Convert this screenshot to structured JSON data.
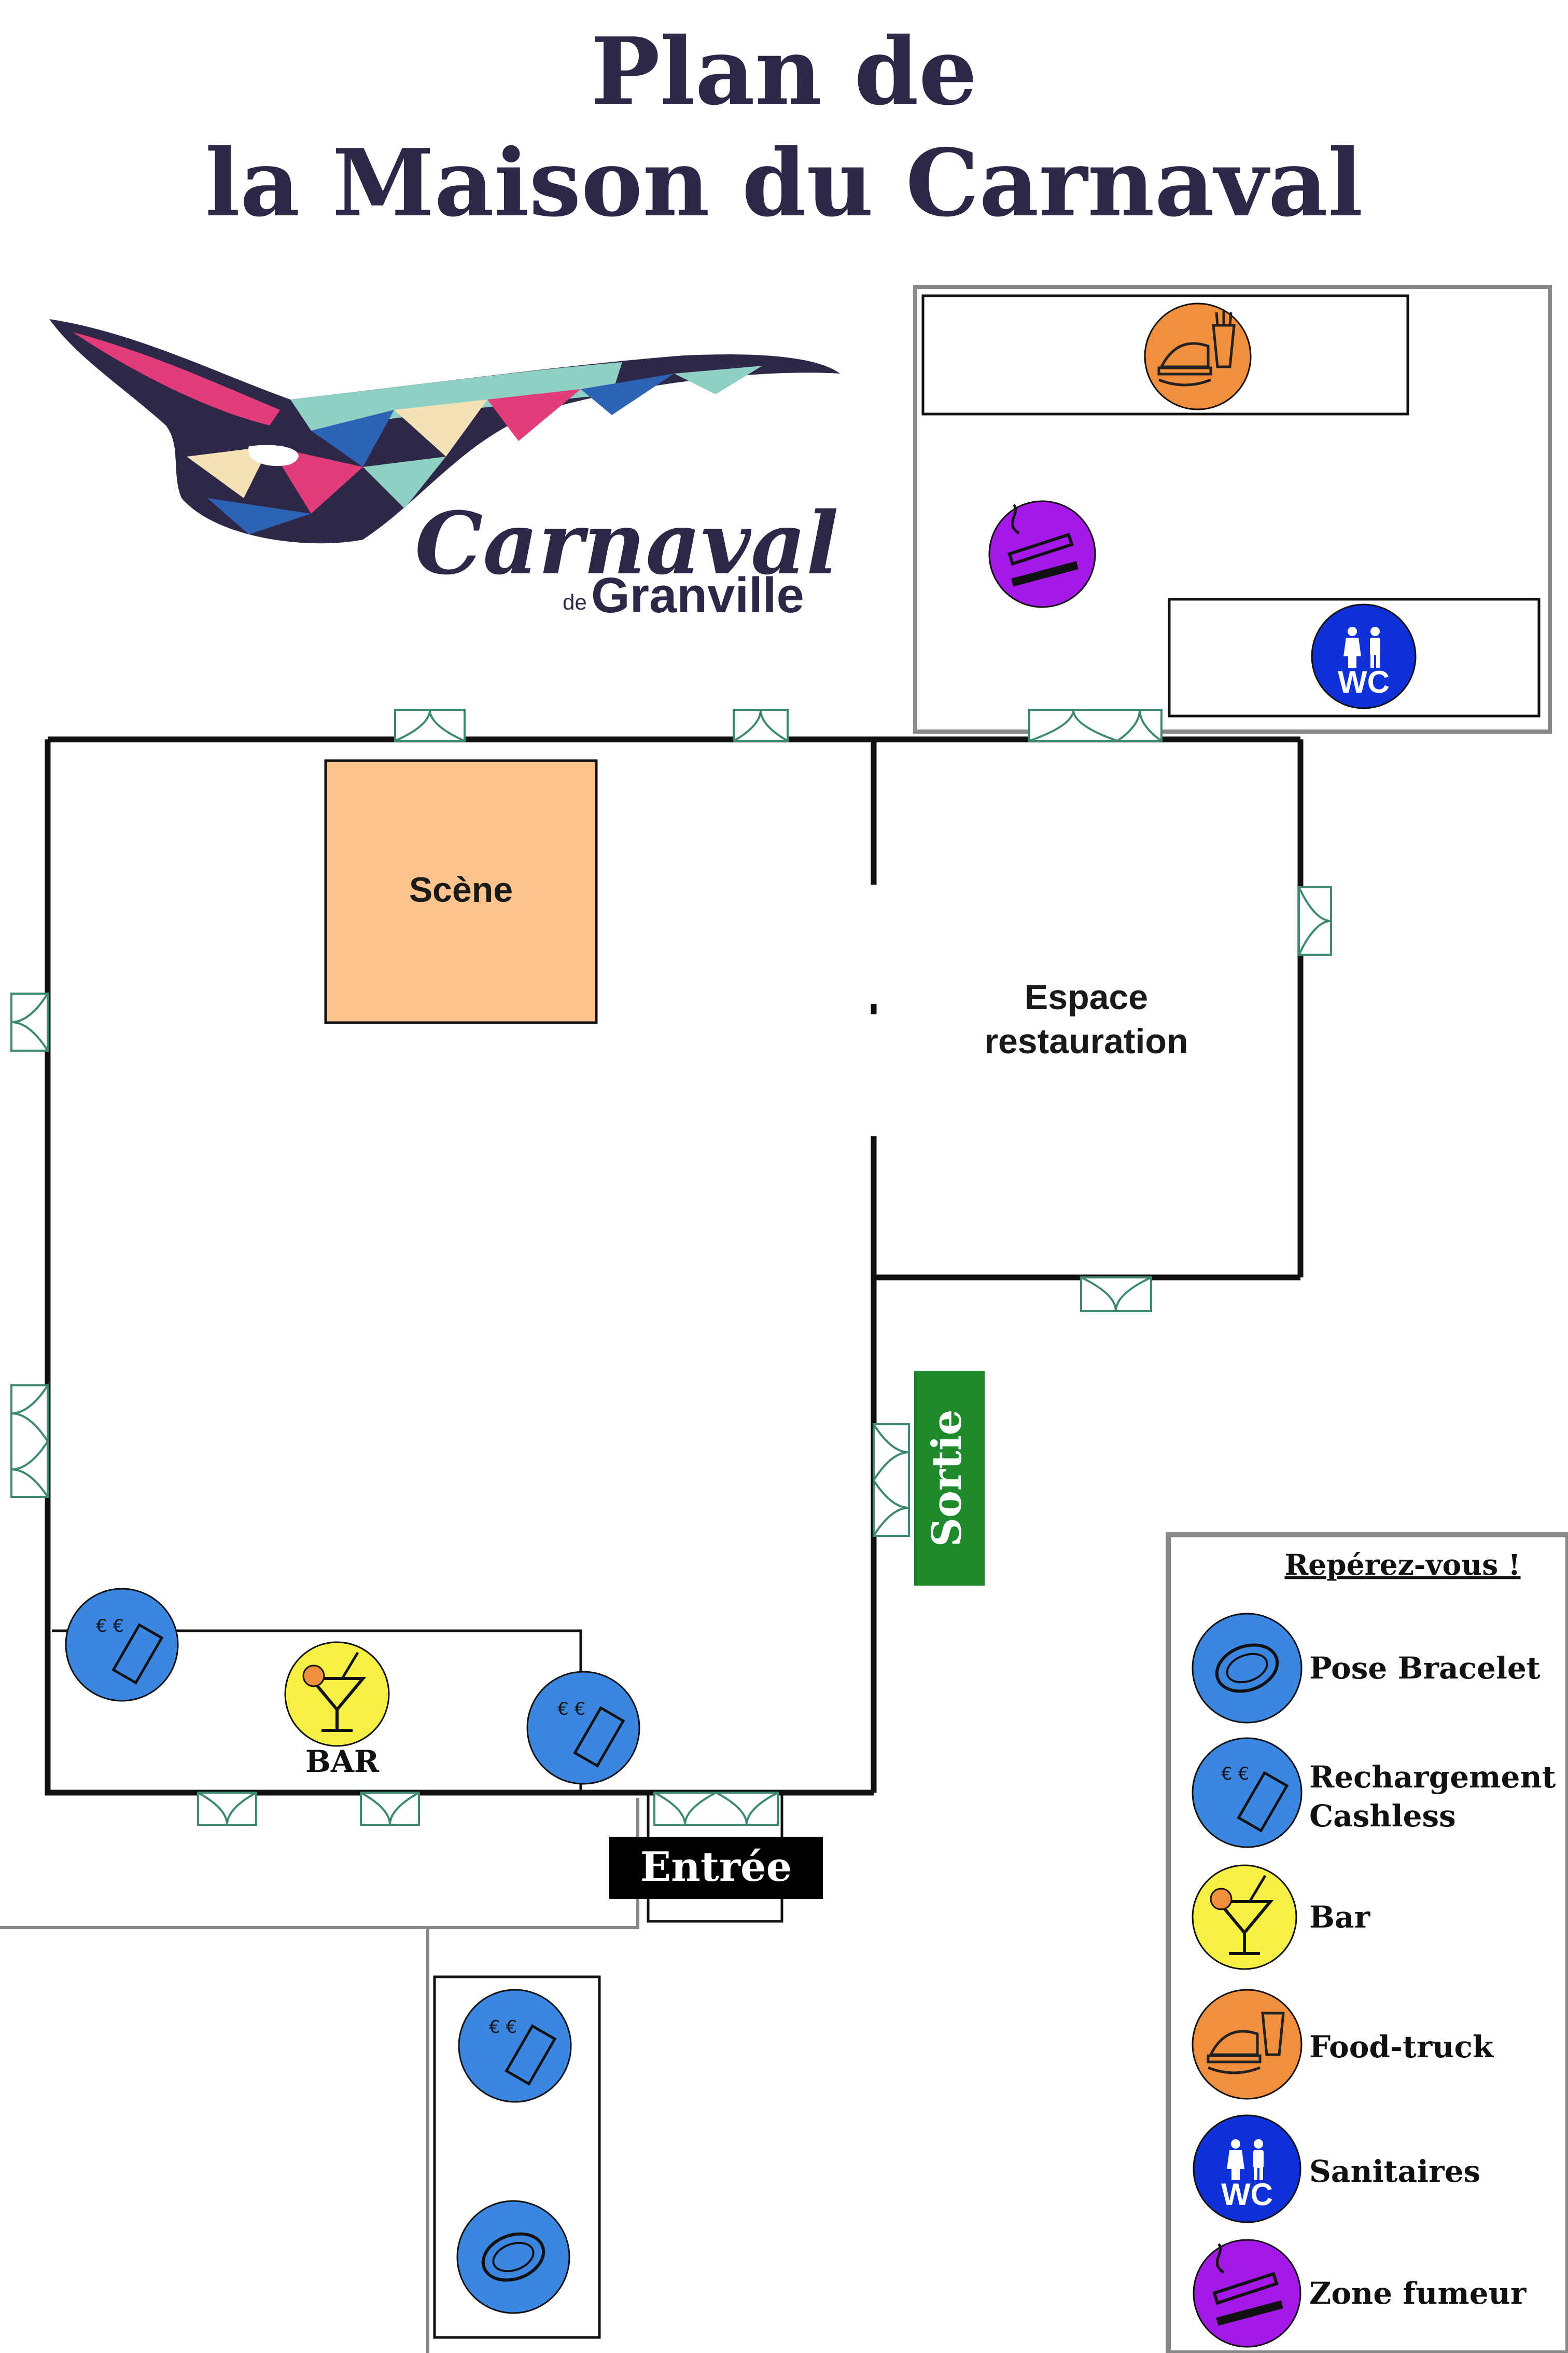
{
  "title": {
    "line1": "Plan de",
    "line2": "la Maison du Carnaval"
  },
  "logo": {
    "script_word": "Carnaval",
    "small_word": "de",
    "city": "Granville"
  },
  "rooms": {
    "stage": "Scène",
    "dining_line1": "Espace",
    "dining_line2": "restauration",
    "bar": "BAR"
  },
  "signs": {
    "exit": "Sortie",
    "entrance": "Entrée"
  },
  "legend": {
    "heading": "Repérez-vous !",
    "items": [
      {
        "label": "Pose Bracelet",
        "icon": "bracelet-icon"
      },
      {
        "label": "Rechargement",
        "label2": "Cashless",
        "icon": "cashless-icon"
      },
      {
        "label": "Bar",
        "icon": "cocktail-icon"
      },
      {
        "label": "Food-truck",
        "icon": "burger-fries-icon"
      },
      {
        "label": "Sanitaires",
        "icon": "wc-icon"
      },
      {
        "label": "Zone fumeur",
        "icon": "smoking-icon"
      }
    ]
  },
  "wc_text": "WC",
  "colors": {
    "title": "#2e2747",
    "stage": "#fbc48c",
    "bracelet": "#3a86e0",
    "bar": "#f6f044",
    "foodtruck": "#f28f3c",
    "wc": "#1030d8",
    "smoking": "#a419e8",
    "exit": "#1f8a2c",
    "door": "#3b8a6b"
  }
}
